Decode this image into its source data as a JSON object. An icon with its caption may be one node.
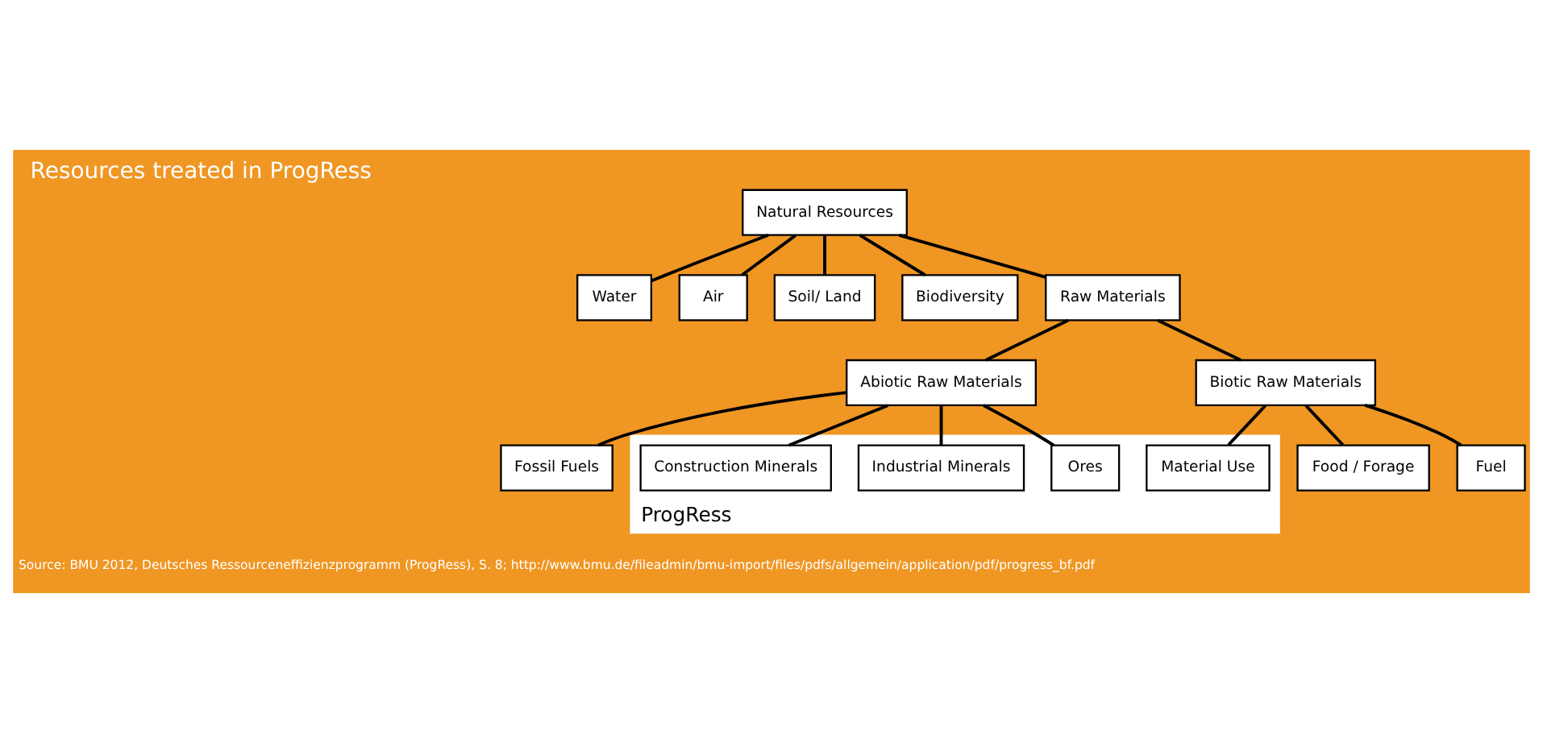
{
  "diagram": {
    "title": "Resources treated in ProgRess",
    "caption": "Source: BMU 2012, Deutsches Ressourceneffizienzprogramm (ProgRess), S. 8; http://www.bmu.de/fileadmin/bmu-import/files/pdfs/allgemein/application/pdf/progress_bf.pdf",
    "nodes": [
      {
        "text": [
          "Natural Resources"
        ]
      },
      {
        "text": [
          "Water"
        ]
      },
      {
        "text": [
          "Air"
        ]
      },
      {
        "text": [
          "Soil/ Land"
        ]
      },
      {
        "text": [
          "Biodiversity"
        ]
      },
      {
        "text": [
          "Raw Materials"
        ]
      },
      {
        "text": [
          "Abiotic Raw Materials"
        ]
      },
      {
        "text": [
          "Biotic Raw Materials"
        ]
      },
      {
        "text": [
          "Fossil Fuels"
        ]
      },
      {
        "text": [
          "ProgRess"
        ]
      },
      {
        "text": [
          "Ores"
        ],
        "in": 9
      },
      {
        "text": [
          "Industrial Minerals"
        ],
        "in": 9
      },
      {
        "text": [
          "Construction Minerals"
        ],
        "in": 9
      },
      {
        "text": [
          "Material Use"
        ],
        "in": 9
      },
      {
        "text": [
          "Food / Forage"
        ]
      },
      {
        "text": [
          "Fuel"
        ]
      }
    ],
    "edges": [
      {
        "from": 0,
        "to": 1,
        "arrow": "none"
      },
      {
        "from": 0,
        "to": 2,
        "arrow": "none"
      },
      {
        "from": 0,
        "to": 3,
        "arrow": "none"
      },
      {
        "from": 0,
        "to": 4,
        "arrow": "none"
      },
      {
        "from": 0,
        "to": 5,
        "arrow": "none"
      },
      {
        "from": 5,
        "to": 6,
        "arrow": "none"
      },
      {
        "from": 5,
        "to": 7,
        "arrow": "none"
      },
      {
        "from": 6,
        "to": 8,
        "arrow": "none"
      },
      {
        "from": 6,
        "to": 10,
        "arrow": "none"
      },
      {
        "from": 6,
        "to": 11,
        "arrow": "none"
      },
      {
        "from": 6,
        "to": 12,
        "arrow": "none"
      },
      {
        "from": 7,
        "to": 13,
        "arrow": "none"
      },
      {
        "from": 7,
        "to": 14,
        "arrow": "none"
      },
      {
        "from": 7,
        "to": 15,
        "arrow": "none"
      }
    ]
  }
}
